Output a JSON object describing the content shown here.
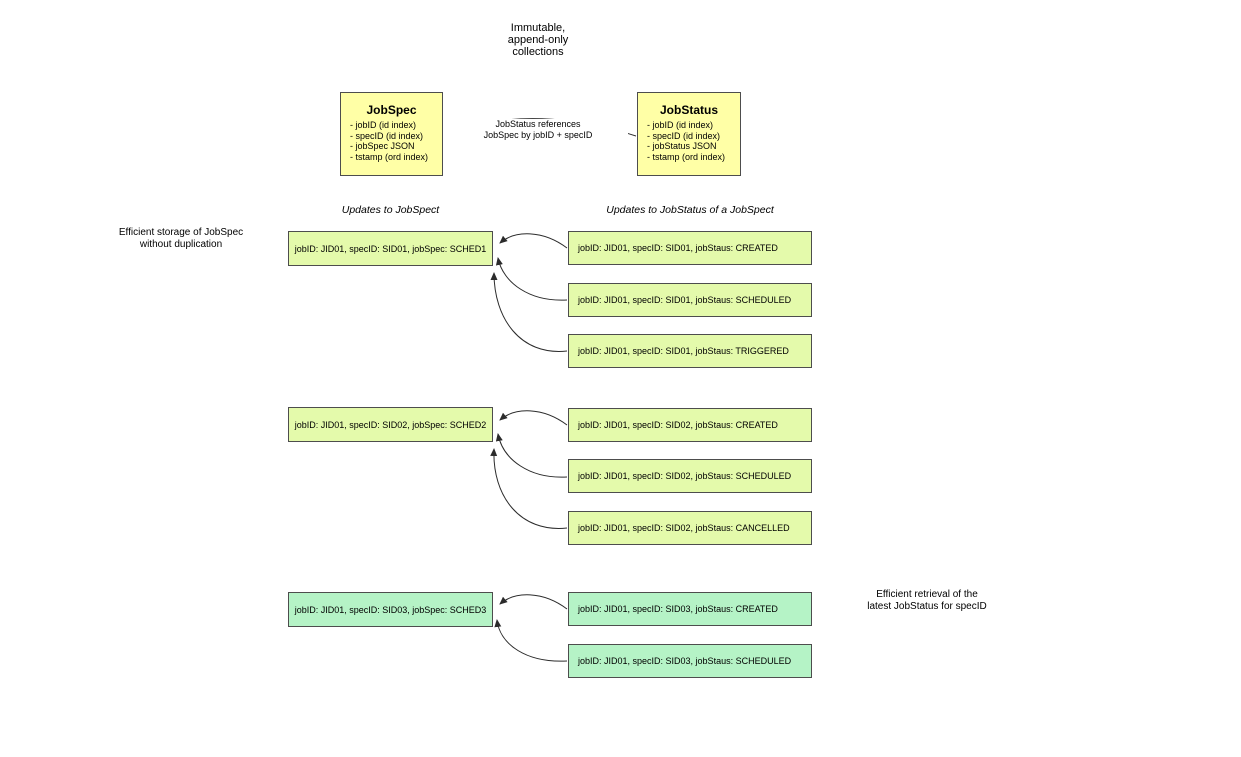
{
  "notes": {
    "top": "Immutable,\nappend-only\ncollections",
    "left": "Efficient storage of JobSpec\nwithout duplication",
    "right": "Efficient retrieval of the\nlatest JobStatus for specID",
    "arrow": "JobStatus references\nJobSpec by jobID + specID"
  },
  "headers": {
    "specs_column": "Updates to JobSpect",
    "statuses_column": "Updates to JobStatus of a JobSpect"
  },
  "entities": {
    "jobspec": {
      "title": "JobSpec",
      "fields": [
        "- jobID (id index)",
        "- specID (id index)",
        "- jobSpec JSON",
        "- tstamp (ord index)"
      ]
    },
    "jobstatus": {
      "title": "JobStatus",
      "fields": [
        "- jobID (id index)",
        "- specID (id index)",
        "- jobStatus JSON",
        "- tstamp (ord index)"
      ]
    }
  },
  "groups": [
    {
      "spec": "jobID: JID01, specID: SID01, jobSpec: SCHED1",
      "statuses": [
        "jobID: JID01, specID: SID01, jobStaus: CREATED",
        "jobID: JID01, specID: SID01, jobStaus: SCHEDULED",
        "jobID: JID01, specID: SID01, jobStaus: TRIGGERED"
      ]
    },
    {
      "spec": "jobID: JID01, specID: SID02, jobSpec: SCHED2",
      "statuses": [
        "jobID: JID01, specID: SID02, jobStaus: CREATED",
        "jobID: JID01, specID: SID02, jobStaus: SCHEDULED",
        "jobID: JID01, specID: SID02, jobStaus: CANCELLED"
      ]
    },
    {
      "spec": "jobID: JID01, specID: SID03, jobSpec: SCHED3",
      "statuses": [
        "jobID: JID01, specID: SID03, jobStaus: CREATED",
        "jobID: JID01, specID: SID03, jobStaus: SCHEDULED"
      ]
    }
  ],
  "colors": {
    "background": "#ffffff",
    "entity_fill": "#ffffa6",
    "record_fill": "#e4faab",
    "record_fill_latest": "#b5f3c6",
    "border": "#4d4d4d",
    "connector": "#2b2b2b"
  }
}
